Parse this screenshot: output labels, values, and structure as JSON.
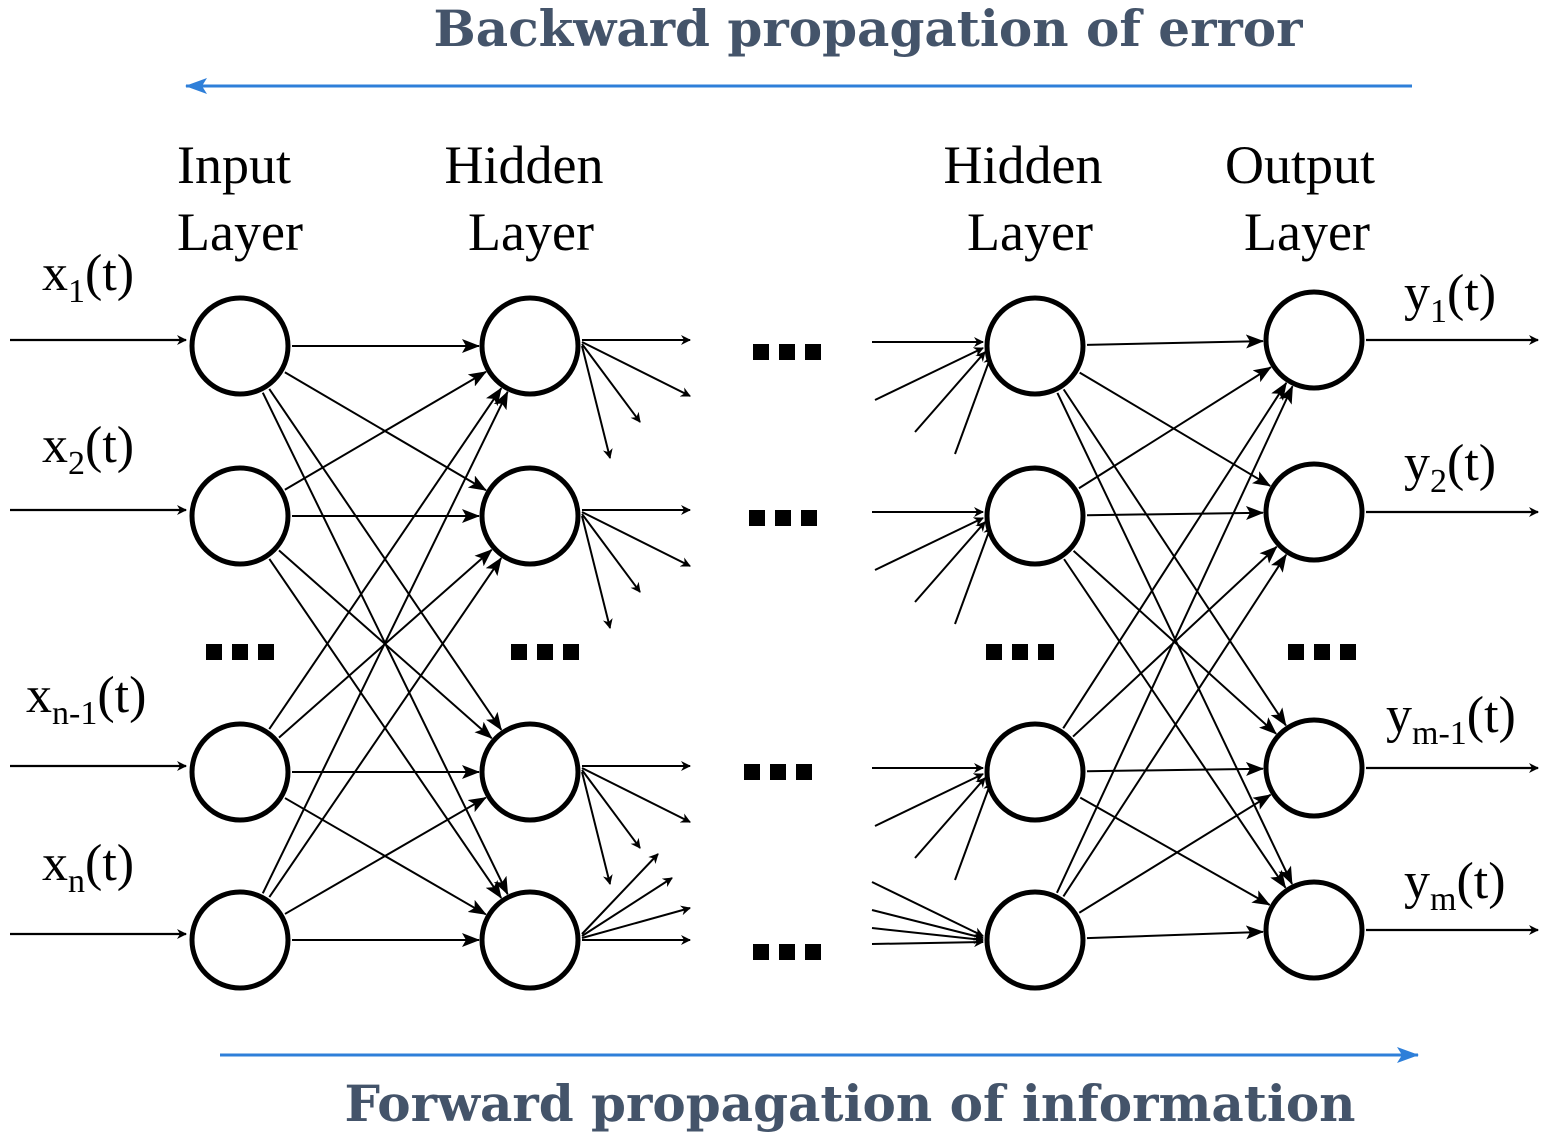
{
  "captions": {
    "backward": "Backward propagation of error",
    "forward": "Forward propagation of information"
  },
  "layers": [
    {
      "line1": "Input",
      "line2": "Layer"
    },
    {
      "line1": "Hidden",
      "line2": "Layer"
    },
    {
      "line1": "Hidden",
      "line2": "Layer"
    },
    {
      "line1": "Output",
      "line2": "Layer"
    }
  ],
  "inputs": [
    {
      "base": "x",
      "sub": "1",
      "suffix": "(t)"
    },
    {
      "base": "x",
      "sub": "2",
      "suffix": "(t)"
    },
    {
      "base": "x",
      "sub": "n-1",
      "suffix": "(t)"
    },
    {
      "base": "x",
      "sub": "n",
      "suffix": "(t)"
    }
  ],
  "outputs": [
    {
      "base": "y",
      "sub": "1",
      "suffix": "(t)"
    },
    {
      "base": "y",
      "sub": "2",
      "suffix": "(t)"
    },
    {
      "base": "y",
      "sub": "m-1",
      "suffix": "(t)"
    },
    {
      "base": "y",
      "sub": "m",
      "suffix": "(t)"
    }
  ],
  "colors": {
    "caption": "#44546a",
    "flow_arrow": "#2e7fd9",
    "node_stroke": "#000000"
  }
}
